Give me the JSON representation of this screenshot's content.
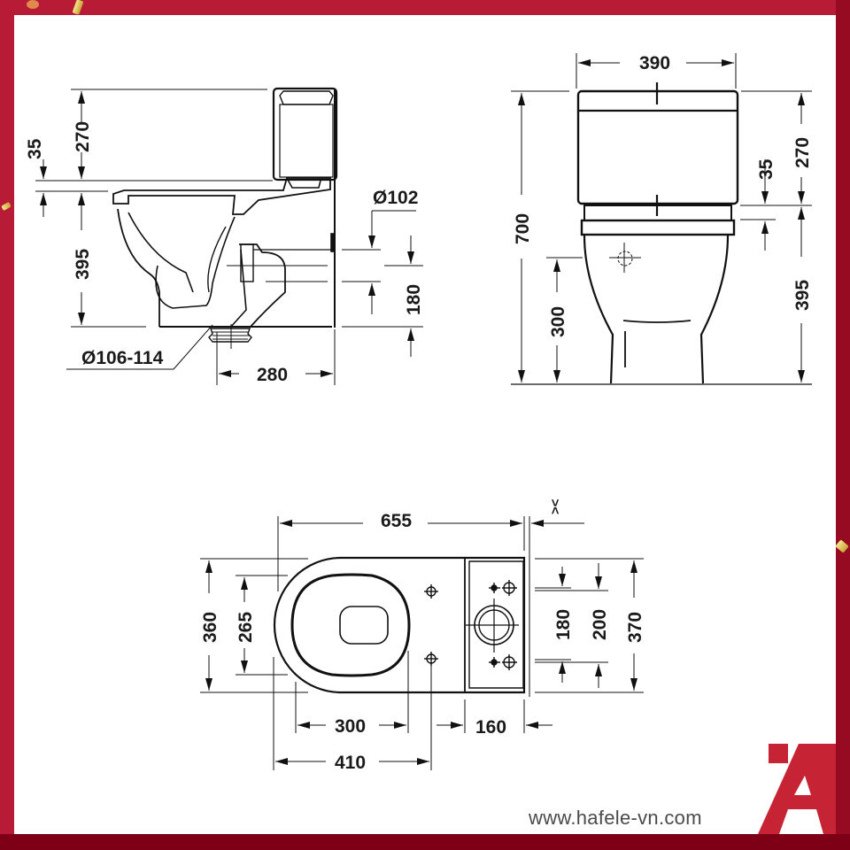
{
  "brand": {
    "website": "www.hafele-vn.com",
    "logo_color": "#c62434",
    "frame_color": "#b71b35"
  },
  "side_view": {
    "dim_tank_height": "270",
    "dim_lid_offset": "35",
    "dim_seat_height": "395",
    "dim_inlet_diameter": "Ø102",
    "dim_outlet_height": "180",
    "dim_outlet_diameter": "Ø106-114",
    "dim_outlet_distance": "280"
  },
  "front_view": {
    "dim_width": "390",
    "dim_total_height": "700",
    "dim_tank_height": "270",
    "dim_lid_offset": "35",
    "dim_seat_height": "395",
    "dim_fixing_height": "300"
  },
  "top_view": {
    "dim_total_length": "655",
    "dim_gap_symbol": "><",
    "dim_bowl_width": "360",
    "dim_seat_opening": "265",
    "dim_fixing_distance": "300",
    "dim_tank_depth": "160",
    "dim_fixing_to_front": "410",
    "dim_tank_holes": "180",
    "dim_tank_holes_outer": "200",
    "dim_tank_width": "370"
  }
}
